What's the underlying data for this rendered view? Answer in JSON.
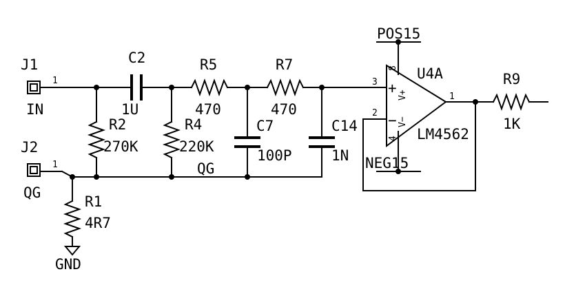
{
  "diagram": {
    "components": {
      "j1": {
        "ref": "J1",
        "value": "IN",
        "pin": "1"
      },
      "j2": {
        "ref": "J2",
        "value": "QG",
        "pin": "1"
      },
      "c2": {
        "ref": "C2",
        "value": "1U"
      },
      "r5": {
        "ref": "R5",
        "value": "470"
      },
      "r7": {
        "ref": "R7",
        "value": "470"
      },
      "r2": {
        "ref": "R2",
        "value": "270K"
      },
      "r4": {
        "ref": "R4",
        "value": "220K"
      },
      "c7": {
        "ref": "C7",
        "value": "100P"
      },
      "c14": {
        "ref": "C14",
        "value": "1N"
      },
      "r1": {
        "ref": "R1",
        "value": "4R7"
      },
      "r9": {
        "ref": "R9",
        "value": "1K"
      },
      "u4a": {
        "ref": "U4A",
        "value": "LM4562",
        "plus": "+",
        "minus": "−",
        "vplus": "V+",
        "vminus": "V−",
        "pin_in_plus": "3",
        "pin_in_minus": "2",
        "pin_out": "1",
        "pin_vplus": "8",
        "pin_vminus": "4"
      }
    },
    "nets": {
      "pos": "POS15",
      "neg": "NEG15",
      "qg": "QG",
      "gnd": "GND"
    }
  }
}
